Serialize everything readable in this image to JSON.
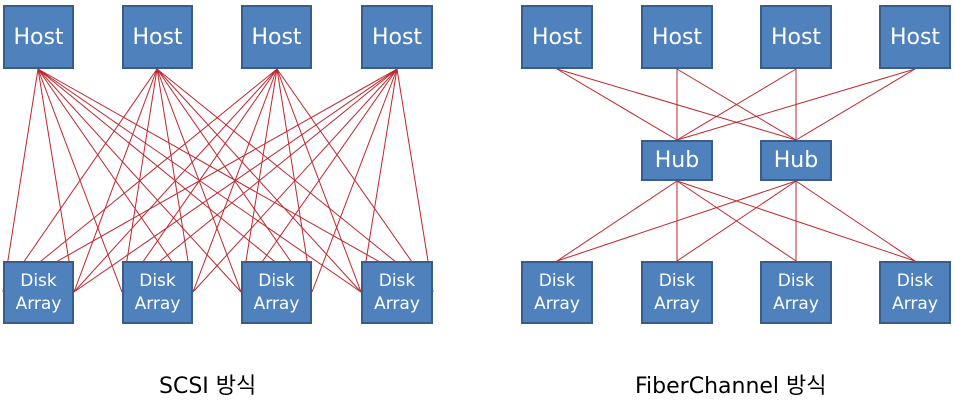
{
  "line_color": "#C0262D",
  "box_fill": "#4F81BD",
  "box_border": "#385D8A",
  "scsi": {
    "caption": "SCSI 방식",
    "hosts": [
      {
        "label": "Host"
      },
      {
        "label": "Host"
      },
      {
        "label": "Host"
      },
      {
        "label": "Host"
      }
    ],
    "disks": [
      {
        "line1": "Disk",
        "line2": "Array"
      },
      {
        "line1": "Disk",
        "line2": "Array"
      },
      {
        "line1": "Disk",
        "line2": "Array"
      },
      {
        "line1": "Disk",
        "line2": "Array"
      }
    ],
    "connections": "every host is wired directly to every disk array"
  },
  "fc": {
    "caption": "FiberChannel 방식",
    "hosts": [
      {
        "label": "Host"
      },
      {
        "label": "Host"
      },
      {
        "label": "Host"
      },
      {
        "label": "Host"
      }
    ],
    "hubs": [
      {
        "label": "Hub"
      },
      {
        "label": "Hub"
      }
    ],
    "disks": [
      {
        "line1": "Disk",
        "line2": "Array"
      },
      {
        "line1": "Disk",
        "line2": "Array"
      },
      {
        "line1": "Disk",
        "line2": "Array"
      },
      {
        "line1": "Disk",
        "line2": "Array"
      }
    ],
    "connections": "every host connects to both hubs; both hubs connect to every disk array"
  }
}
